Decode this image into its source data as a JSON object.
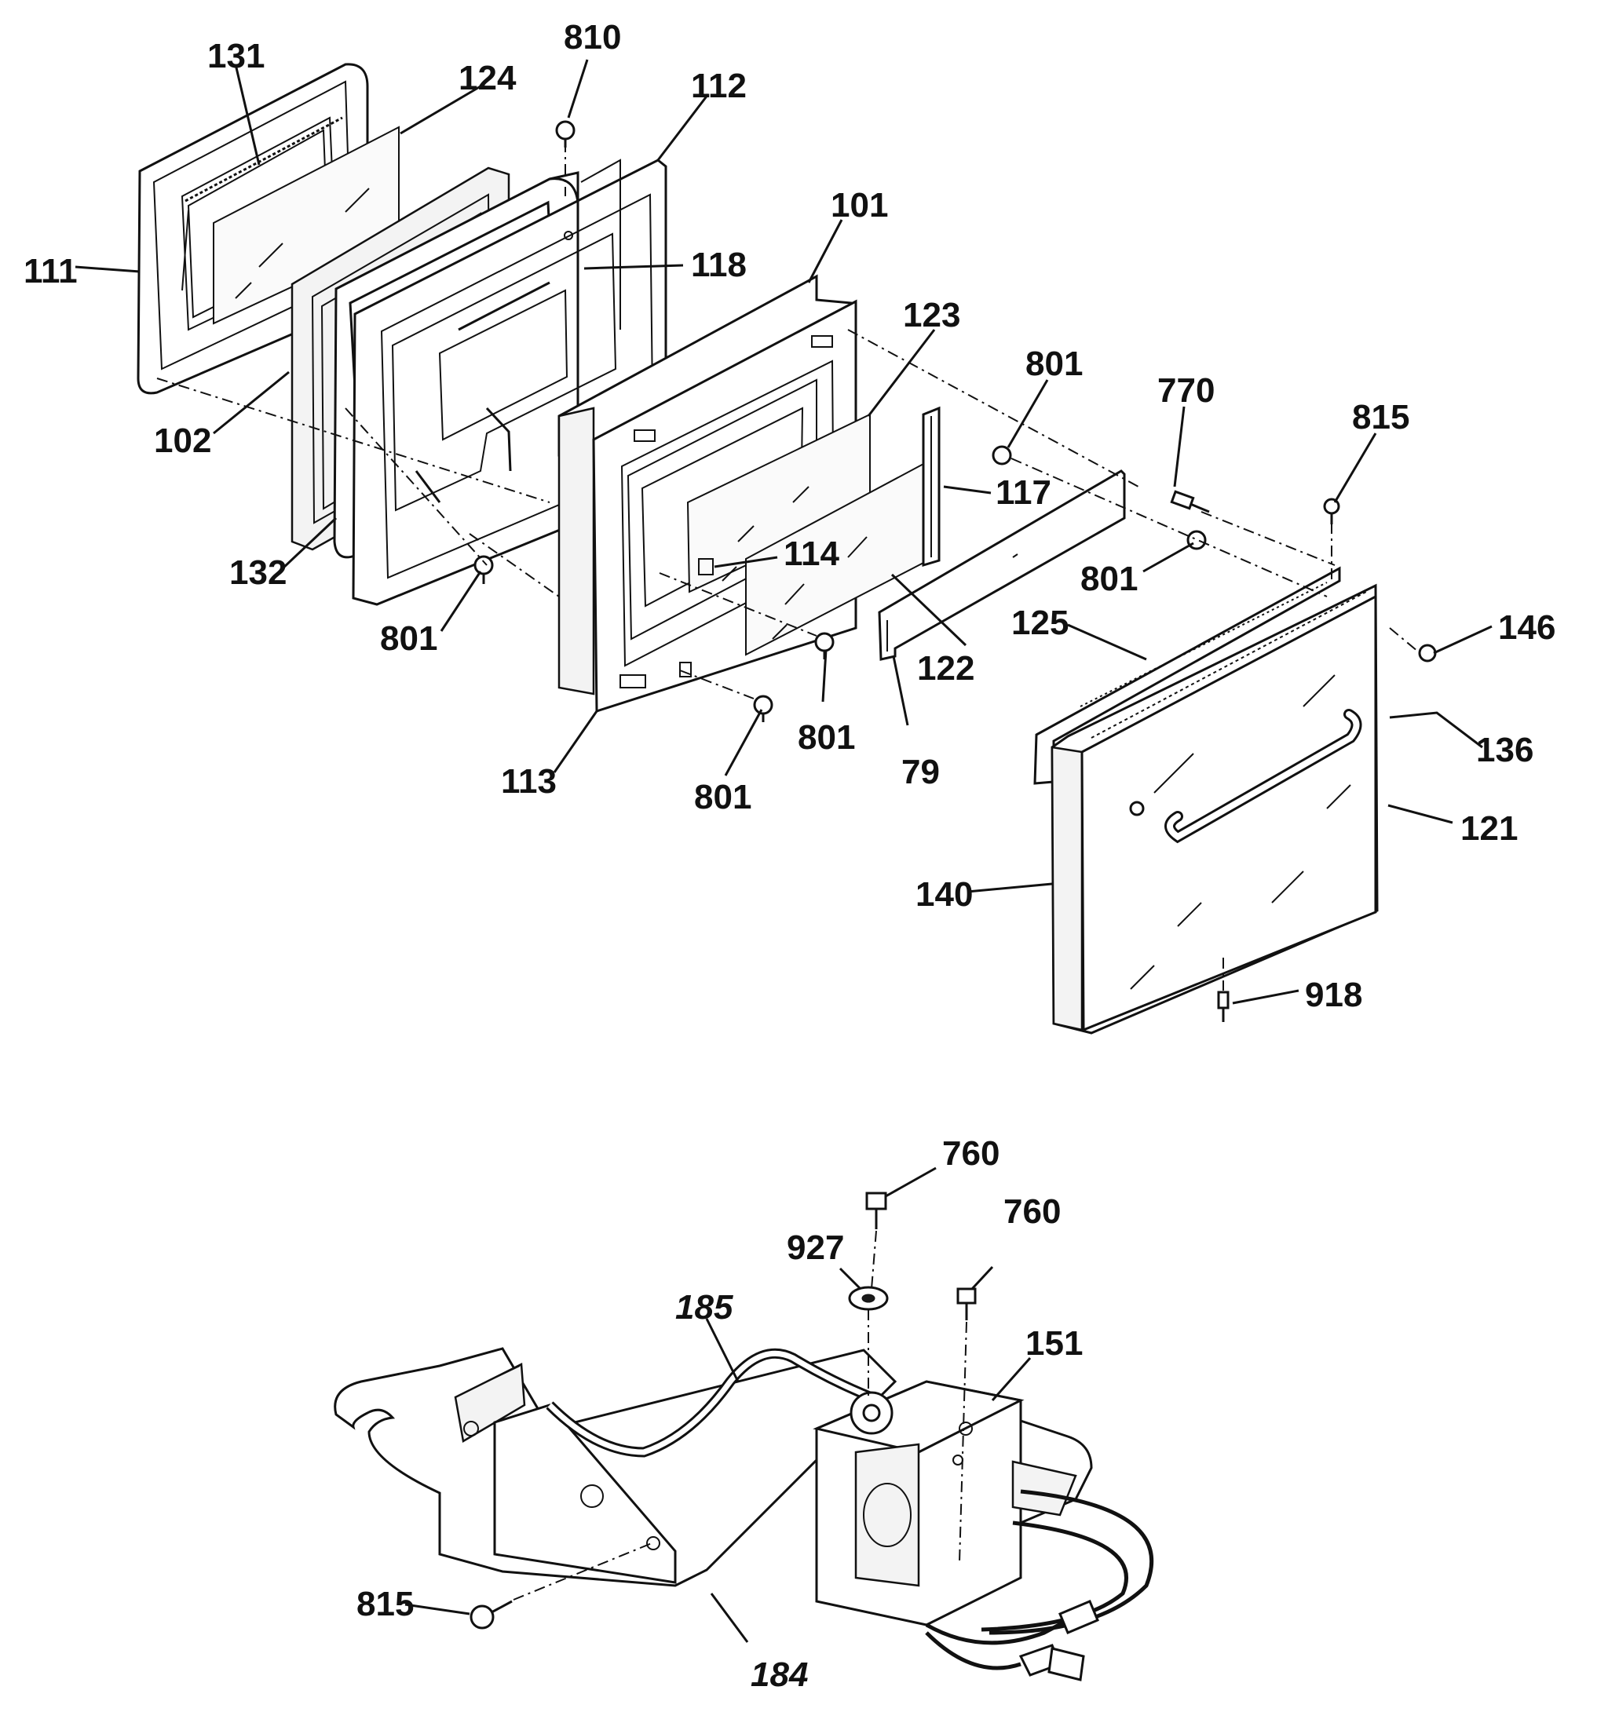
{
  "door_assembly": {
    "callouts": {
      "c131": "131",
      "c124": "124",
      "c810": "810",
      "c112": "112",
      "c101": "101",
      "c111": "111",
      "c118": "118",
      "c123": "123",
      "c801_a": "801",
      "c770": "770",
      "c815_a": "815",
      "c102": "102",
      "c117": "117",
      "c132": "132",
      "c114": "114",
      "c801_b": "801",
      "c125": "125",
      "c146": "146",
      "c801_c": "801",
      "c122": "122",
      "c801_d": "801",
      "c136": "136",
      "c79": "79",
      "c113": "113",
      "c801_e": "801",
      "c121": "121",
      "c140": "140",
      "c918": "918"
    }
  },
  "latch_assembly": {
    "callouts": {
      "c760_a": "760",
      "c927": "927",
      "c760_b": "760",
      "c185": "185",
      "c151": "151",
      "c815_b": "815",
      "c184": "184"
    }
  }
}
